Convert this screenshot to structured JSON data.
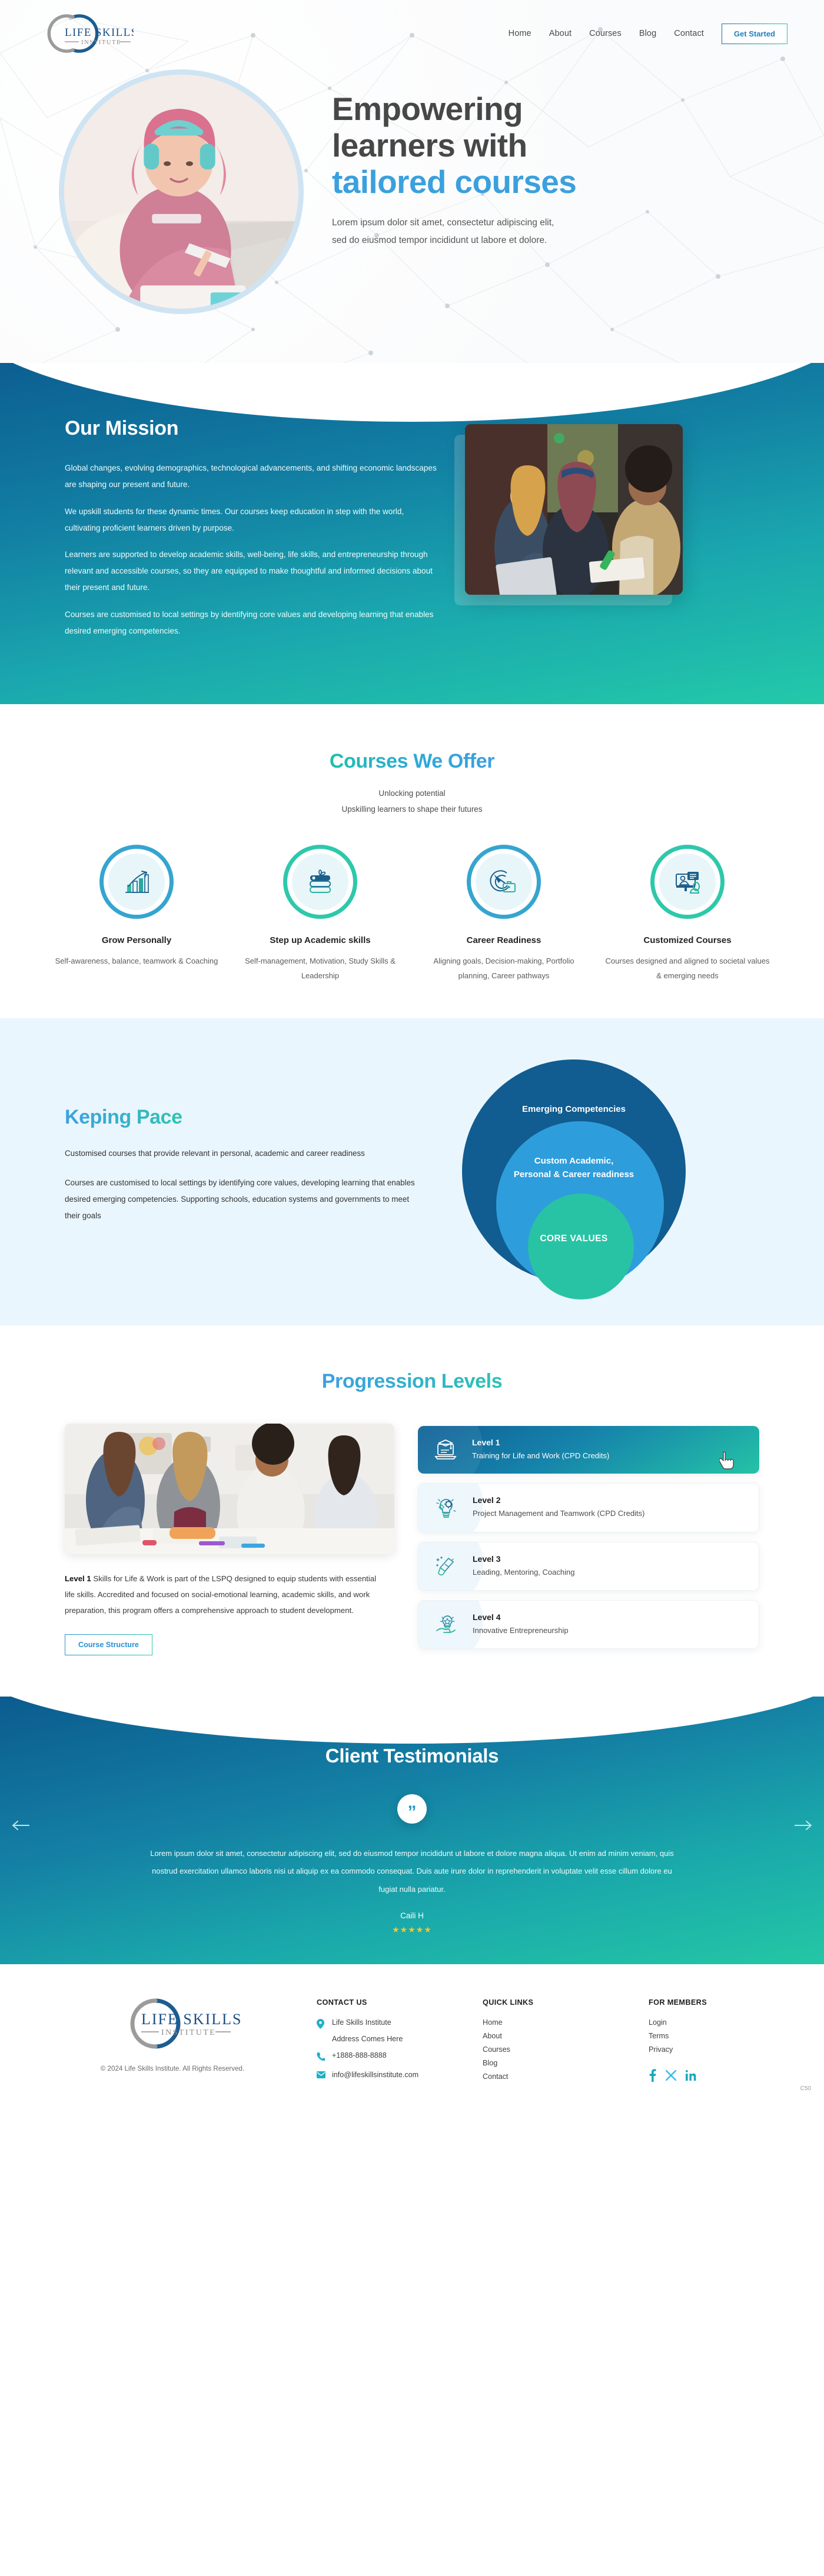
{
  "brand": {
    "name_line1": "LIFE SKILLS",
    "name_line2": "INSTITUTE"
  },
  "header": {
    "nav": [
      {
        "label": "Home"
      },
      {
        "label": "About"
      },
      {
        "label": "Courses"
      },
      {
        "label": "Blog"
      },
      {
        "label": "Contact"
      }
    ],
    "cta_label": "Get Started"
  },
  "hero": {
    "title_line1": "Empowering",
    "title_line2": "learners with",
    "title_accent": "tailored courses",
    "sub_line1": "Lorem ipsum dolor sit amet, consectetur adipiscing elit,",
    "sub_line2": "sed do eiusmod tempor incididunt ut labore et dolore.",
    "image_alt": "student-with-headphones-studying-photo"
  },
  "mission": {
    "title": "Our Mission",
    "paragraphs": [
      "Global changes, evolving demographics, technological advancements, and shifting economic landscapes are shaping our present and future.",
      "We upskill students for these dynamic times. Our courses keep education in step with the world, cultivating proficient learners driven by purpose.",
      "Learners are supported to develop academic skills, well-being, life skills, and entrepreneurship through relevant and accessible courses, so they are equipped to make thoughtful and informed decisions about their present and future.",
      "Courses are customised to local settings by identifying core values and developing learning that enables desired emerging competencies."
    ],
    "image_alt": "three-students-studying-together-photo"
  },
  "courses": {
    "title": "Courses We Offer",
    "sub_line1": "Unlocking  potential",
    "sub_line2": "Upskilling learners to shape their futures",
    "cards": [
      {
        "icon": "growth-chart-icon",
        "ring": "blue",
        "title": "Grow Personally",
        "desc": "Self-awareness, balance, teamwork & Coaching"
      },
      {
        "icon": "stacked-books-icon",
        "ring": "teal",
        "title": "Step up Academic skills",
        "desc": "Self-management, Motivation, Study Skills & Leadership"
      },
      {
        "icon": "target-briefcase-icon",
        "ring": "blue",
        "title": "Career Readiness",
        "desc": "Aligning goals, Decision-making, Portfolio planning, Career pathways"
      },
      {
        "icon": "presentation-screen-icon",
        "ring": "teal",
        "title": "Customized Courses",
        "desc": "Courses designed and aligned to societal values & emerging needs"
      }
    ]
  },
  "keping": {
    "title": "Keping Pace",
    "paragraph1": "Customised courses that provide  relevant in personal, academic and career readiness",
    "paragraph2": "Courses are customised to local settings by identifying core values, developing learning that enables desired emerging competencies. Supporting schools, education systems and governments to meet their goals",
    "diagram": {
      "outer_label": "Emerging Competencies",
      "middle_label_line1": "Custom Academic,",
      "middle_label_line2": "Personal & Career readiness",
      "inner_label": "CORE VALUES",
      "outer_color": "#115c90",
      "middle_color": "#2e9ddb",
      "inner_color": "#28c3a4"
    }
  },
  "progression": {
    "title": "Progression Levels",
    "image_alt": "students-collaborating-at-table-photo",
    "desc_bold": "Level 1",
    "desc_rest": " Skills for Life & Work is part of the LSPQ designed to equip students with essential life skills. Accredited and focused on social-emotional learning, academic skills, and work preparation, this program offers a comprehensive approach to student development.",
    "button_label": "Course Structure",
    "levels": [
      {
        "icon": "laptop-graduation-cap-icon",
        "title": "Level 1",
        "subtitle": "Training for Life and Work (CPD Credits)",
        "active": true
      },
      {
        "icon": "lightbulb-gears-icon",
        "title": "Level 2",
        "subtitle": "Project Management and Teamwork (CPD Credits)",
        "active": false
      },
      {
        "icon": "sparkle-hand-icon",
        "title": "Level 3",
        "subtitle": "Leading, Mentoring, Coaching",
        "active": false
      },
      {
        "icon": "hand-lightbulb-star-icon",
        "title": "Level 4",
        "subtitle": "Innovative Entrepreneurship",
        "active": false
      }
    ]
  },
  "testimonials": {
    "title": "Client Testimonials",
    "quote_glyph": "”",
    "text": "Lorem ipsum dolor sit amet, consectetur adipiscing elit, sed do eiusmod tempor incididunt ut labore et dolore magna aliqua. Ut enim ad minim veniam, quis nostrud exercitation ullamco laboris nisi ut aliquip ex ea commodo consequat. Duis aute irure dolor in reprehenderit in voluptate velit esse cillum dolore eu fugiat nulla pariatur.",
    "author": "Caili H",
    "stars": "★★★★★",
    "prev_icon": "arrow-left-icon",
    "next_icon": "arrow-right-icon"
  },
  "footer": {
    "copyright": "© 2024 Life Skills Institute. All Rights Reserved.",
    "contact": {
      "heading": "CONTACT US",
      "address_line1": "Life Skills Institute",
      "address_line2": "Address Comes Here",
      "phone": "+1888-888-8888",
      "email": "info@lifeskillsinstitute.com"
    },
    "quick_links": {
      "heading": "QUICK LINKS",
      "items": [
        {
          "label": "Home"
        },
        {
          "label": "About"
        },
        {
          "label": "Courses"
        },
        {
          "label": "Blog"
        },
        {
          "label": "Contact"
        }
      ]
    },
    "members": {
      "heading": "FOR MEMBERS",
      "items": [
        {
          "label": "Login"
        },
        {
          "label": "Terms"
        },
        {
          "label": "Privacy"
        }
      ],
      "socials": [
        {
          "icon": "facebook-icon",
          "glyph": "f"
        },
        {
          "icon": "x-twitter-icon",
          "glyph": "✕"
        },
        {
          "icon": "linkedin-icon",
          "glyph": "in"
        }
      ]
    },
    "watermark": "C50"
  }
}
